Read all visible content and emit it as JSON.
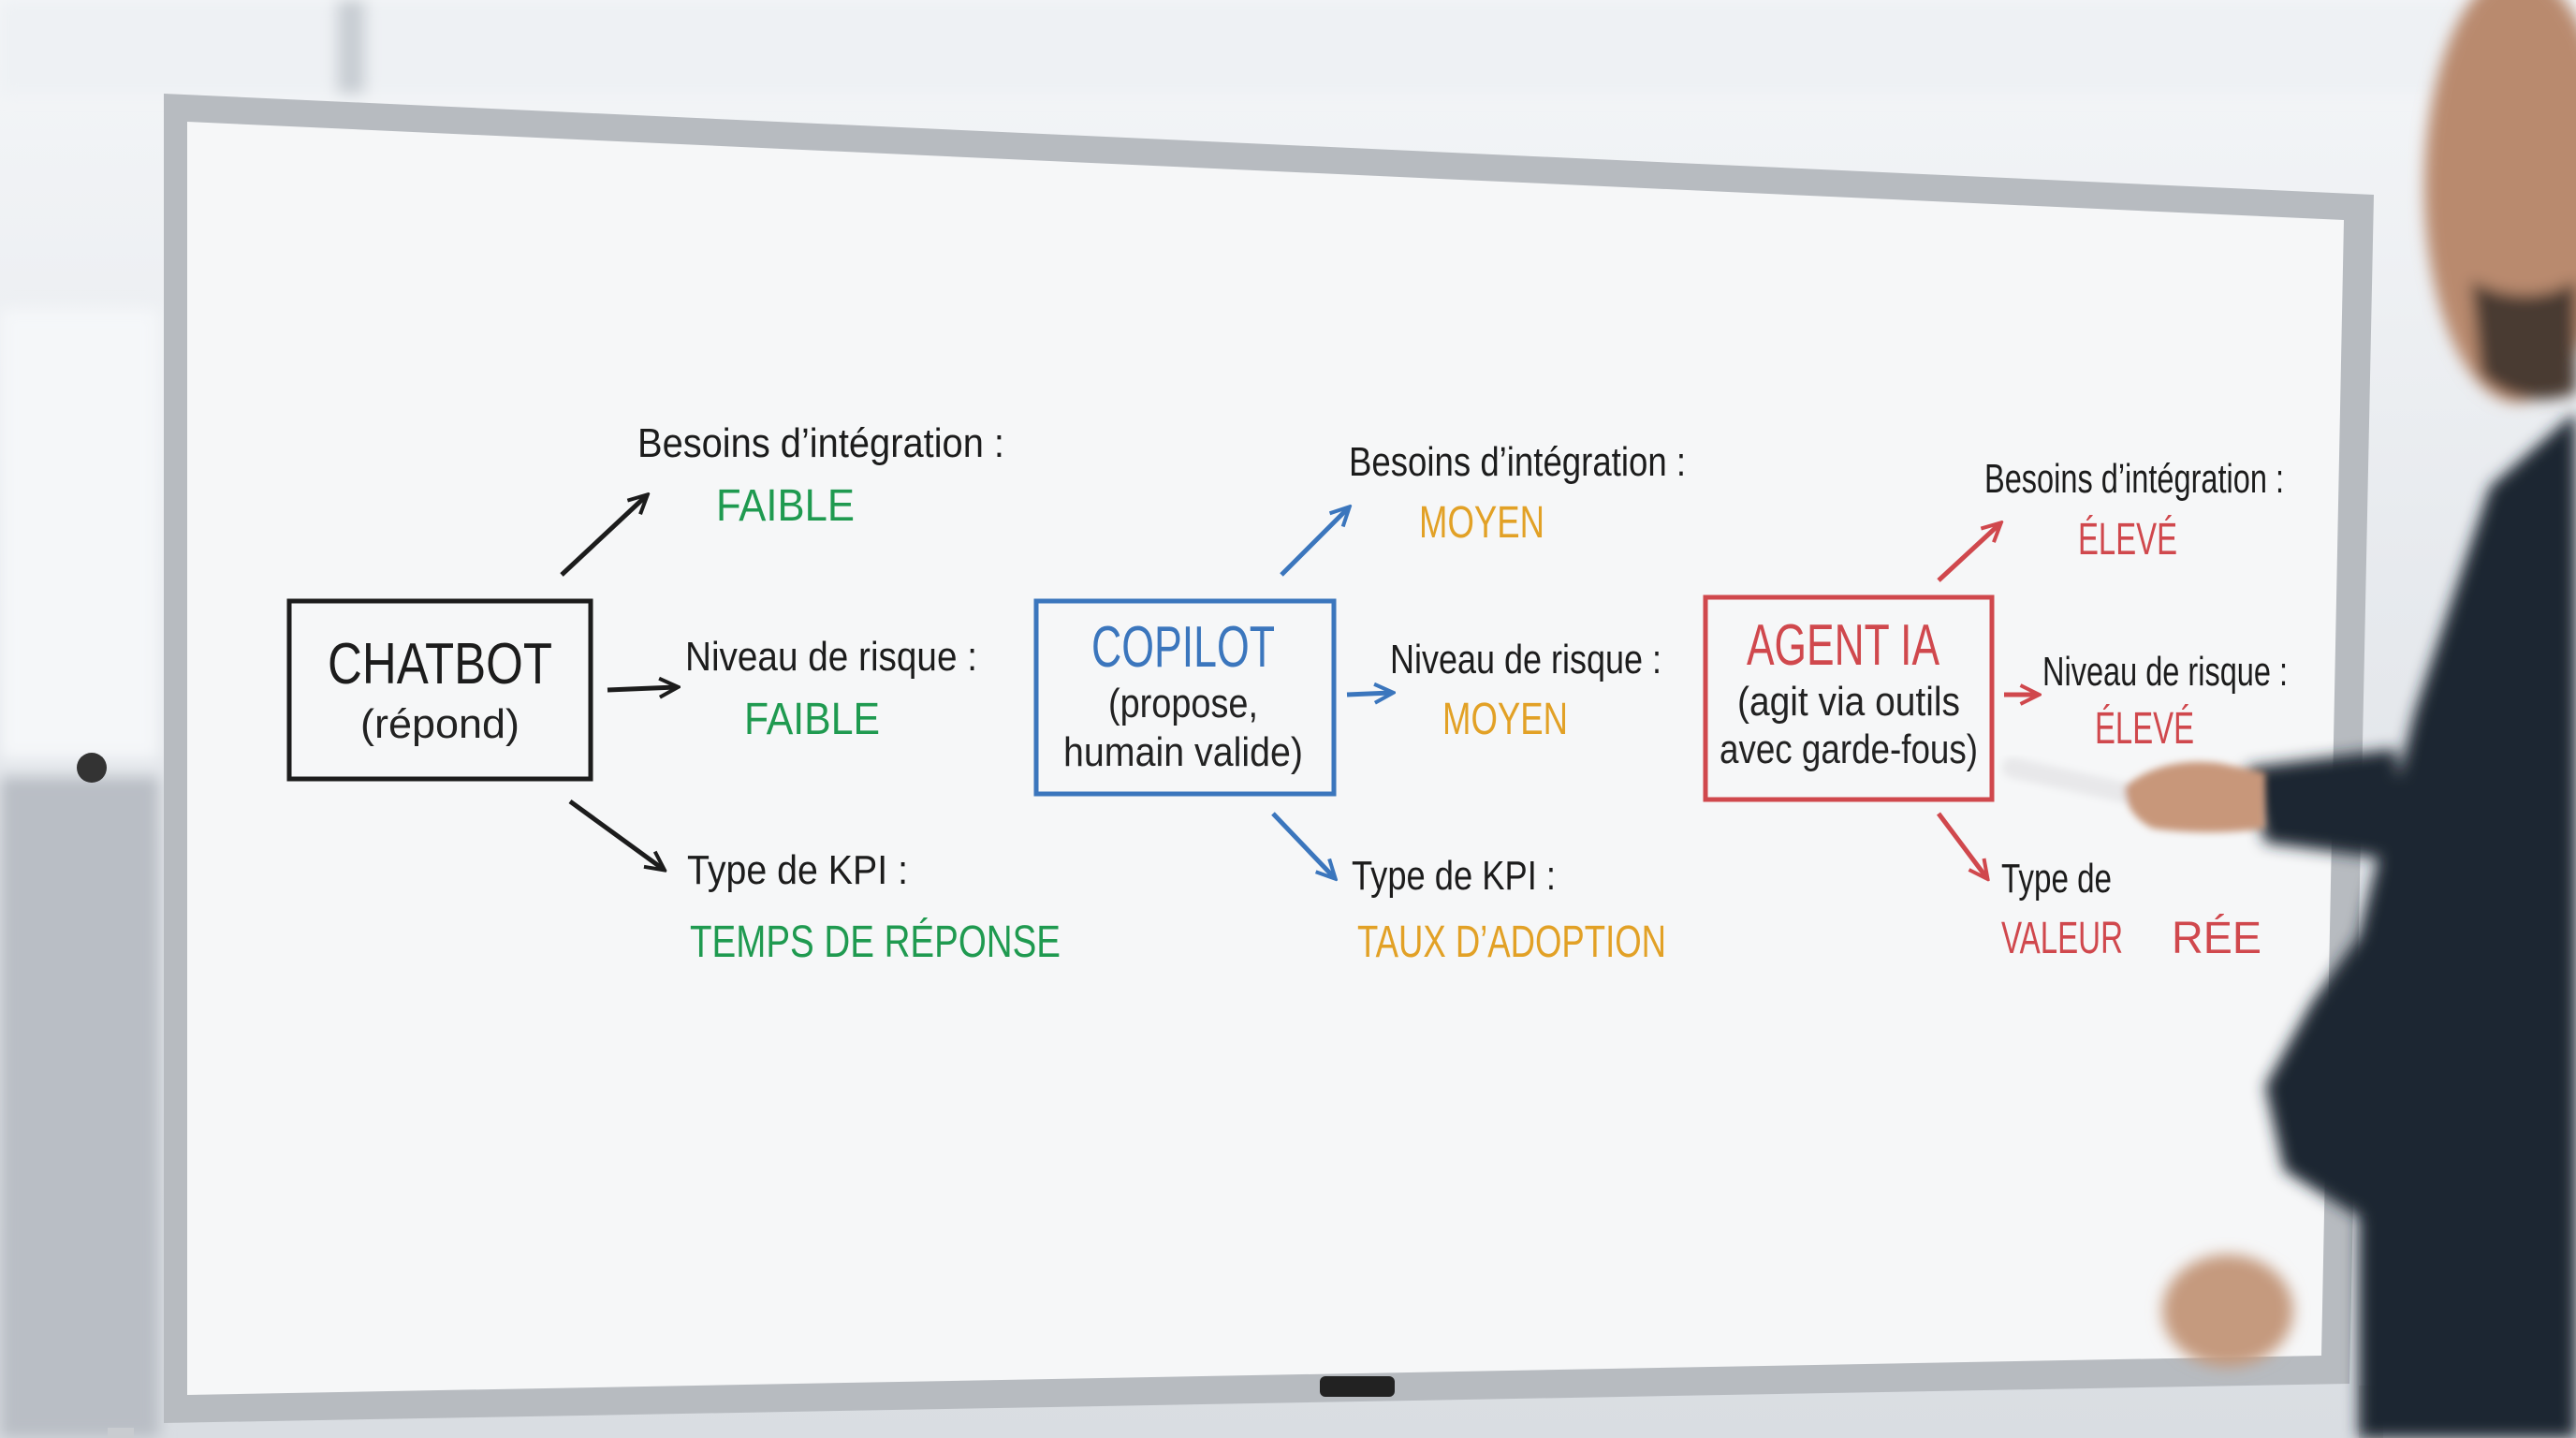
{
  "colors": {
    "chatbot": "#1c1c1c",
    "chatbot_values": "#1f9a50",
    "copilot": "#3b76bd",
    "copilot_values": "#e2a126",
    "agent": "#d0484d",
    "agent_values": "#d0484d"
  },
  "columns": [
    {
      "title": "CHATBOT",
      "subtitle_lines": [
        "(répond)"
      ],
      "integration_label": "Besoins d’intégration :",
      "integration_value": "FAIBLE",
      "risk_label": "Niveau de risque :",
      "risk_value": "FAIBLE",
      "kpi_label": "Type de KPI :",
      "kpi_value": "TEMPS DE RÉPONSE"
    },
    {
      "title": "COPILOT",
      "subtitle_lines": [
        "(propose,",
        "humain valide)"
      ],
      "integration_label": "Besoins d’intégration :",
      "integration_value": "MOYEN",
      "risk_label": "Niveau de risque :",
      "risk_value": "MOYEN",
      "kpi_label": "Type de KPI :",
      "kpi_value": "TAUX D’ADOPTION"
    },
    {
      "title": "AGENT IA",
      "subtitle_lines": [
        "(agit via outils",
        "avec garde-fous)"
      ],
      "integration_label": "Besoins d’intégration :",
      "integration_value": "ÉLEVÉ",
      "risk_label": "Niveau de risque :",
      "risk_value": "ÉLEVÉ",
      "kpi_label_visible": "Type de",
      "kpi_value_visible_start": "VALEUR",
      "kpi_value_visible_end": "RÉE"
    }
  ]
}
